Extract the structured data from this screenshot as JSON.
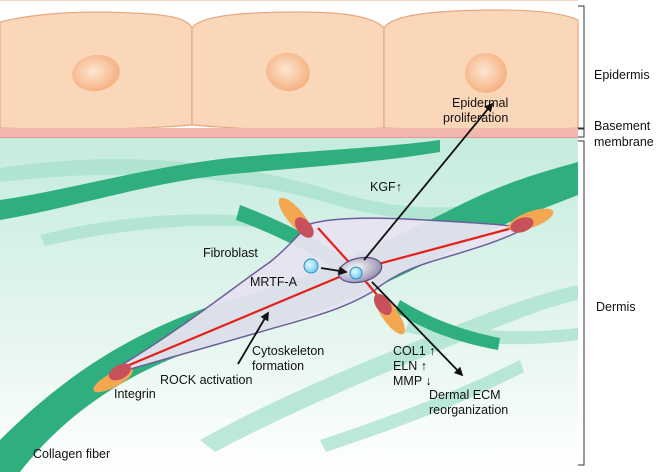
{
  "labels": {
    "epidermis": "Epidermis",
    "basement_line1": "Basement",
    "basement_line2": "membrane",
    "dermis": "Dermis",
    "epidermal_line1": "Epidermal",
    "epidermal_line2": "proliferation",
    "kgf": "KGF↑",
    "fibroblast": "Fibroblast",
    "mrtf": "MRTF-A",
    "cyto_line1": "Cytoskeleton",
    "cyto_line2": "formation",
    "rock": "ROCK activation",
    "integrin": "Integrin",
    "col1": "COL1 ↑",
    "eln": "ELN ↑",
    "mmp": "MMP ↓",
    "ecm_line1": "Dermal ECM",
    "ecm_line2": "reorganization",
    "collagen": "Collagen fiber"
  },
  "colors": {
    "epidermis_cell": "#fbd7b9",
    "nucleus": "#f7b98c",
    "basement": "#f2b8b0",
    "dermis_bg": "#c9ede1",
    "collagen": "#2fae7e",
    "fibroblast": "#e3e0ee",
    "stress_fiber": "#e32119",
    "integrin_outer": "#f4a751",
    "integrin_inner": "#c8505a",
    "mrtf": "#7fd4f2"
  }
}
